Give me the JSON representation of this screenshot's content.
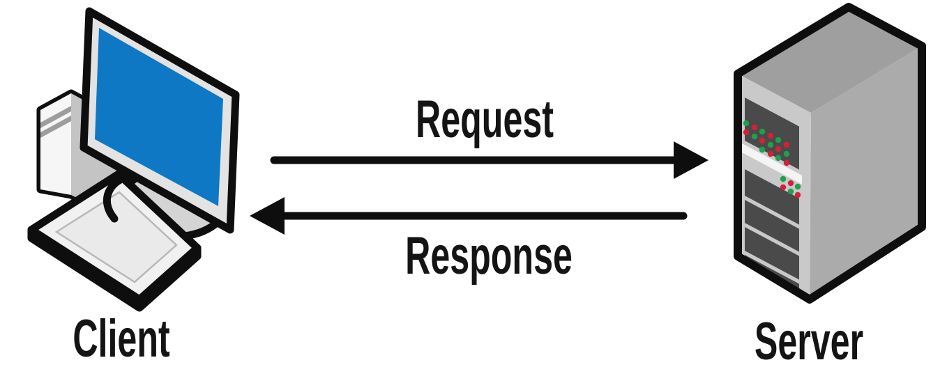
{
  "diagram": {
    "client": {
      "label": "Client"
    },
    "server": {
      "label": "Server"
    },
    "flow": {
      "request_label": "Request",
      "response_label": "Response"
    },
    "icons": {
      "client": "desktop-computer-icon",
      "server": "server-tower-icon"
    },
    "colors": {
      "screen_blue": "#0e78c4",
      "led_green": "#1fa04d",
      "led_red": "#d42038",
      "outline": "#0e0e0e",
      "server_front_gray": "#c9c9c9",
      "server_side_gray": "#ababab",
      "server_top_gray": "#9f9f9f",
      "background": "#ffffff"
    }
  }
}
